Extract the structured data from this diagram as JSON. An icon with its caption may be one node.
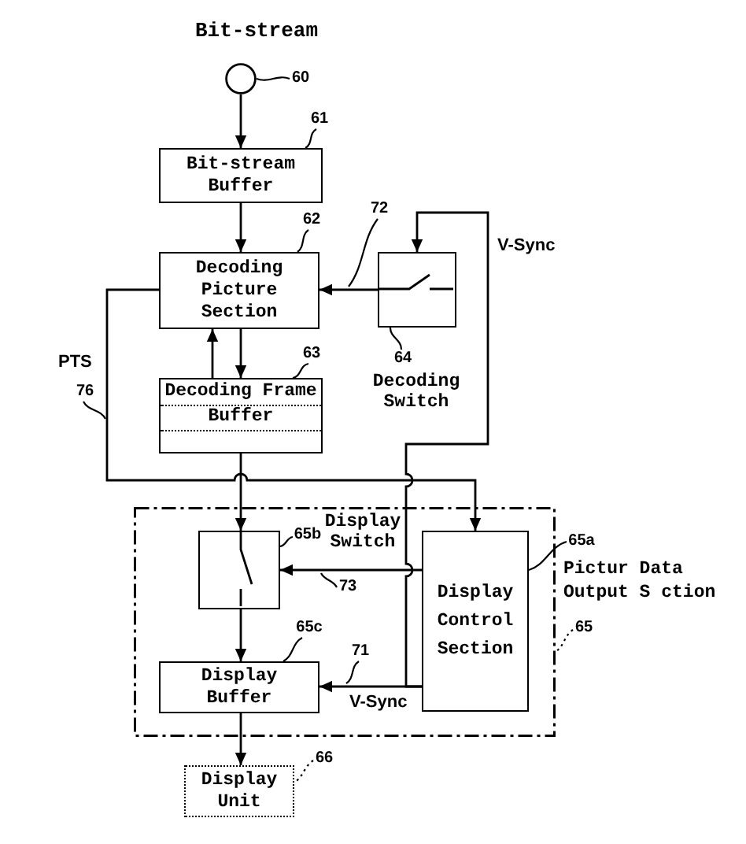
{
  "diagram": {
    "nodes": [
      {
        "text": [],
        "shape": "circle",
        "beside": [
          "Bit-stream"
        ]
      },
      {
        "text": [
          "60"
        ]
      },
      {
        "text": [
          "61"
        ]
      },
      {
        "text": [
          "Bit-stream Buffer"
        ]
      },
      {
        "text": [
          "62"
        ]
      },
      {
        "text": [
          "72"
        ]
      },
      {
        "text": [
          "Decoding Picture Section"
        ]
      },
      {
        "text": [
          "Decoding Switch"
        ]
      },
      {
        "text": [
          "63"
        ]
      },
      {
        "text": [
          "64"
        ]
      },
      {
        "text": [
          "Decoding Frame Buffer"
        ]
      },
      {
        "text": [
          "76"
        ]
      },
      {
        "text": [
          "Pictur Data Output S ction"
        ]
      },
      {
        "text": [
          "Display Switch"
        ],
        "in": 12
      },
      {
        "text": [
          "65b"
        ],
        "in": 12
      },
      {
        "text": [
          "73"
        ],
        "in": 12
      },
      {
        "text": [
          "Display Control Section"
        ],
        "in": 12
      },
      {
        "text": [
          "65a"
        ]
      },
      {
        "text": [
          "65"
        ]
      },
      {
        "text": [
          "65c"
        ],
        "in": 12
      },
      {
        "text": [
          "71"
        ],
        "in": 12
      },
      {
        "text": [
          "Display Buffer"
        ],
        "in": 12
      },
      {
        "text": [
          "66"
        ]
      },
      {
        "text": [
          "Display Unit"
        ]
      }
    ],
    "edges": [
      {
        "from": 0,
        "to": 3,
        "arrow": "to"
      },
      {
        "from": 1,
        "to": 0,
        "arrow": "none"
      },
      {
        "from": 2,
        "to": 3,
        "arrow": "none"
      },
      {
        "from": 3,
        "to": 6,
        "arrow": "to"
      },
      {
        "from": 4,
        "to": 6,
        "arrow": "none"
      },
      {
        "from": 7,
        "to": 6,
        "arrow": "to"
      },
      {
        "from": 5,
        "to": null,
        "arrow": "none"
      },
      {
        "from": 6,
        "to": 10,
        "arrow": "to"
      },
      {
        "from": 10,
        "to": 6,
        "arrow": "to"
      },
      {
        "from": 8,
        "to": 10,
        "arrow": "none"
      },
      {
        "from": 9,
        "to": 7,
        "arrow": "none"
      },
      {
        "from": 6,
        "to": 16,
        "arrow": "to",
        "label": "PTS"
      },
      {
        "from": 11,
        "to": null,
        "arrow": "none"
      },
      {
        "from": 16,
        "to": 7,
        "arrow": "to",
        "label": "V-Sync"
      },
      {
        "from": 10,
        "to": 13,
        "arrow": "to"
      },
      {
        "from": 14,
        "to": 13,
        "arrow": "none"
      },
      {
        "from": 16,
        "to": 13,
        "arrow": "to"
      },
      {
        "from": 15,
        "to": null,
        "arrow": "none"
      },
      {
        "from": 17,
        "to": 16,
        "arrow": "none"
      },
      {
        "from": 18,
        "to": 12,
        "arrow": "none",
        "style": "dashed"
      },
      {
        "from": 13,
        "to": 21,
        "arrow": "to"
      },
      {
        "from": 19,
        "to": 21,
        "arrow": "none"
      },
      {
        "from": 16,
        "to": 21,
        "arrow": "to",
        "label": "V-Sync"
      },
      {
        "from": 20,
        "to": null,
        "arrow": "none"
      },
      {
        "from": 21,
        "to": 23,
        "arrow": "to"
      },
      {
        "from": 22,
        "to": 23,
        "arrow": "none",
        "style": "dashed"
      }
    ]
  }
}
